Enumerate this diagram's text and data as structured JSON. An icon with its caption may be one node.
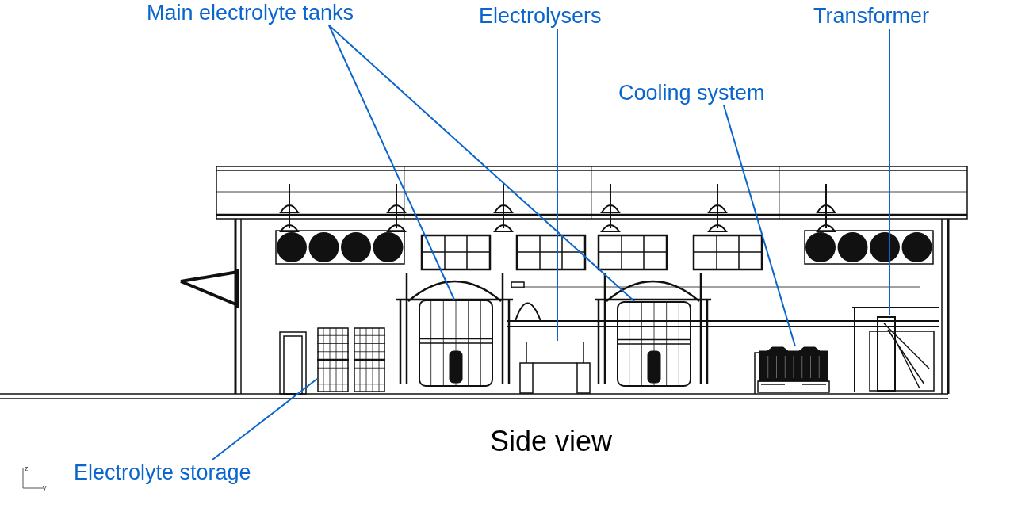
{
  "diagram": {
    "nodes": [
      {
        "text": [
          "Main electrolyte tanks"
        ]
      },
      {
        "text": [
          "Electrolysers"
        ]
      },
      {
        "text": [
          "Transformer"
        ]
      },
      {
        "text": [
          "Cooling system"
        ]
      },
      {
        "text": [],
        "shape": "picture"
      },
      {
        "text": [],
        "shape": "picture"
      },
      {
        "text": [],
        "shape": "picture"
      },
      {
        "text": [],
        "shape": "picture"
      },
      {
        "text": [],
        "shape": "picture"
      },
      {
        "text": [],
        "shape": "picture"
      },
      {
        "text": [
          "Electrolyte storage"
        ]
      }
    ],
    "edges": [
      {
        "from": 0,
        "to": 4,
        "arrow": "none"
      },
      {
        "from": 0,
        "to": 6,
        "arrow": "none"
      },
      {
        "from": 1,
        "to": 5,
        "arrow": "none"
      },
      {
        "from": 3,
        "to": 7,
        "arrow": "none"
      },
      {
        "from": 2,
        "to": 8,
        "arrow": "none"
      },
      {
        "from": 10,
        "to": 9,
        "arrow": "none"
      }
    ],
    "labels": [
      "Side view",
      "z",
      "y"
    ]
  }
}
